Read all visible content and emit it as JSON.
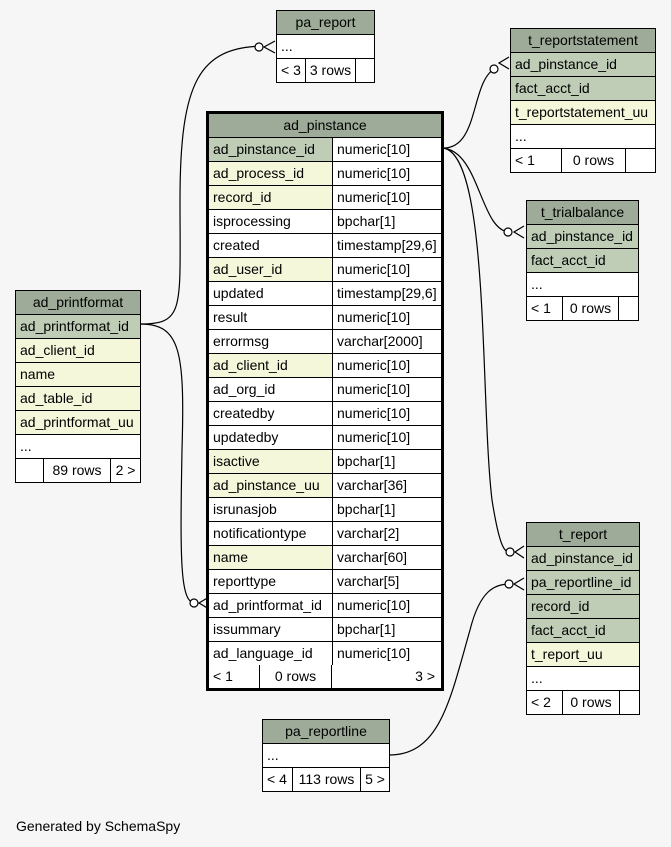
{
  "tables": {
    "pa_report": {
      "title": "pa_report",
      "rows": [
        {
          "name": "...",
          "kind": "pl"
        }
      ],
      "footer": [
        "< 3",
        "3 rows",
        ""
      ]
    },
    "t_reportstatement": {
      "title": "t_reportstatement",
      "rows": [
        {
          "name": "ad_pinstance_id",
          "kind": "pk"
        },
        {
          "name": "fact_acct_id",
          "kind": "pk"
        },
        {
          "name": "t_reportstatement_uu",
          "kind": "fk"
        },
        {
          "name": "...",
          "kind": "pl"
        }
      ],
      "footer": [
        "< 1",
        "0 rows",
        ""
      ]
    },
    "ad_pinstance": {
      "title": "ad_pinstance",
      "rows": [
        {
          "name": "ad_pinstance_id",
          "type": "numeric[10]",
          "kind": "pk"
        },
        {
          "name": "ad_process_id",
          "type": "numeric[10]",
          "kind": "fk"
        },
        {
          "name": "record_id",
          "type": "numeric[10]",
          "kind": "fk"
        },
        {
          "name": "isprocessing",
          "type": "bpchar[1]",
          "kind": "pl"
        },
        {
          "name": "created",
          "type": "timestamp[29,6]",
          "kind": "pl"
        },
        {
          "name": "ad_user_id",
          "type": "numeric[10]",
          "kind": "fk"
        },
        {
          "name": "updated",
          "type": "timestamp[29,6]",
          "kind": "pl"
        },
        {
          "name": "result",
          "type": "numeric[10]",
          "kind": "pl"
        },
        {
          "name": "errormsg",
          "type": "varchar[2000]",
          "kind": "pl"
        },
        {
          "name": "ad_client_id",
          "type": "numeric[10]",
          "kind": "fk"
        },
        {
          "name": "ad_org_id",
          "type": "numeric[10]",
          "kind": "pl"
        },
        {
          "name": "createdby",
          "type": "numeric[10]",
          "kind": "pl"
        },
        {
          "name": "updatedby",
          "type": "numeric[10]",
          "kind": "pl"
        },
        {
          "name": "isactive",
          "type": "bpchar[1]",
          "kind": "fk"
        },
        {
          "name": "ad_pinstance_uu",
          "type": "varchar[36]",
          "kind": "fk"
        },
        {
          "name": "isrunasjob",
          "type": "bpchar[1]",
          "kind": "pl"
        },
        {
          "name": "notificationtype",
          "type": "varchar[2]",
          "kind": "pl"
        },
        {
          "name": "name",
          "type": "varchar[60]",
          "kind": "fk"
        },
        {
          "name": "reporttype",
          "type": "varchar[5]",
          "kind": "pl"
        },
        {
          "name": "ad_printformat_id",
          "type": "numeric[10]",
          "kind": "pl"
        },
        {
          "name": "issummary",
          "type": "bpchar[1]",
          "kind": "pl"
        },
        {
          "name": "ad_language_id",
          "type": "numeric[10]",
          "kind": "pl"
        }
      ],
      "footer": [
        "< 1",
        "0 rows",
        "3 >"
      ]
    },
    "t_trialbalance": {
      "title": "t_trialbalance",
      "rows": [
        {
          "name": "ad_pinstance_id",
          "kind": "pk"
        },
        {
          "name": "fact_acct_id",
          "kind": "pk"
        },
        {
          "name": "...",
          "kind": "pl"
        }
      ],
      "footer": [
        "< 1",
        "0 rows",
        ""
      ]
    },
    "ad_printformat": {
      "title": "ad_printformat",
      "rows": [
        {
          "name": "ad_printformat_id",
          "kind": "pk"
        },
        {
          "name": "ad_client_id",
          "kind": "fk"
        },
        {
          "name": "name",
          "kind": "fk"
        },
        {
          "name": "ad_table_id",
          "kind": "fk"
        },
        {
          "name": "ad_printformat_uu",
          "kind": "fk"
        },
        {
          "name": "...",
          "kind": "pl"
        }
      ],
      "footer": [
        "",
        "89 rows",
        "2 >"
      ]
    },
    "t_report": {
      "title": "t_report",
      "rows": [
        {
          "name": "ad_pinstance_id",
          "kind": "pk"
        },
        {
          "name": "pa_reportline_id",
          "kind": "pk"
        },
        {
          "name": "record_id",
          "kind": "pk"
        },
        {
          "name": "fact_acct_id",
          "kind": "pk"
        },
        {
          "name": "t_report_uu",
          "kind": "fk"
        },
        {
          "name": "...",
          "kind": "pl"
        }
      ],
      "footer": [
        "< 2",
        "0 rows",
        ""
      ]
    },
    "pa_reportline": {
      "title": "pa_reportline",
      "rows": [
        {
          "name": "...",
          "kind": "pl"
        }
      ],
      "footer": [
        "< 4",
        "113 rows",
        "5 >"
      ]
    }
  },
  "generated_by": "Generated by SchemaSpy",
  "colors": {
    "background": "#f6f6f6",
    "header": "#9eab98",
    "primary_key": "#bfcdb7",
    "foreign_key": "#f4f7da",
    "plain": "#ffffff"
  }
}
